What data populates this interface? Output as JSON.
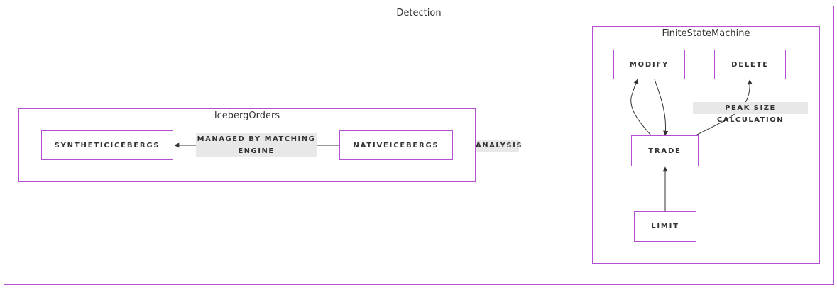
{
  "clusters": {
    "detection": "Detection",
    "iceberg_orders": "IcebergOrders",
    "fsm": "FiniteStateMachine"
  },
  "nodes": {
    "synthetic": "SYNTHETICICEBERGS",
    "native": "NATIVEICEBERGS",
    "modify": "MODIFY",
    "delete": "DELETE",
    "trade": "TRADE",
    "limit": "LIMIT"
  },
  "edges": {
    "managed_line1": "MANAGED BY MATCHING",
    "managed_line2": "ENGINE",
    "analysis": "ANALYSIS",
    "peak_size": "PEAK SIZE CALCULATION"
  },
  "colors": {
    "border": "#b44fd1",
    "edge": "#333333",
    "label_bg": "#e8e8e8"
  }
}
